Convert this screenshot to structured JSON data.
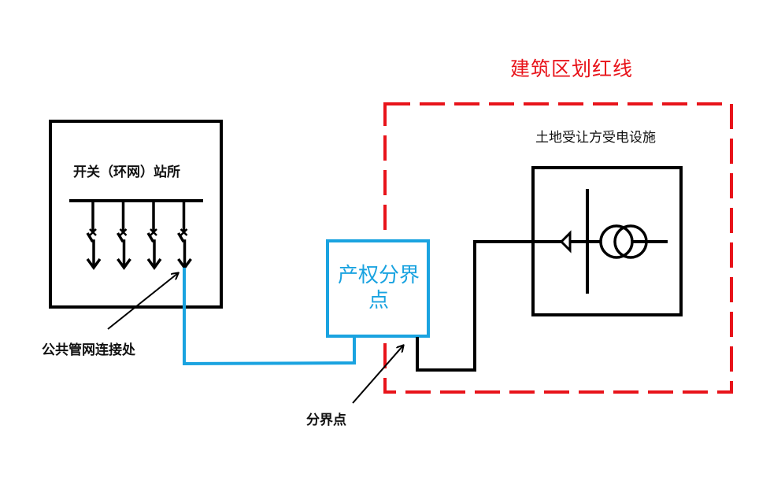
{
  "diagram": {
    "title": "建筑区划红线",
    "nodes": {
      "switching_station": {
        "label": "开关（环网）站所",
        "feeder_count": 4
      },
      "property_boundary_box": {
        "label": "产权分界点"
      },
      "receiving_facility": {
        "label": "土地受让方受电设施"
      }
    },
    "annotations": {
      "public_network_connection": "公共管网连接处",
      "boundary_point": "分界点"
    },
    "colors": {
      "red_line": "#e8131a",
      "blue_line": "#1aa3e0",
      "black_line": "#000000"
    }
  }
}
